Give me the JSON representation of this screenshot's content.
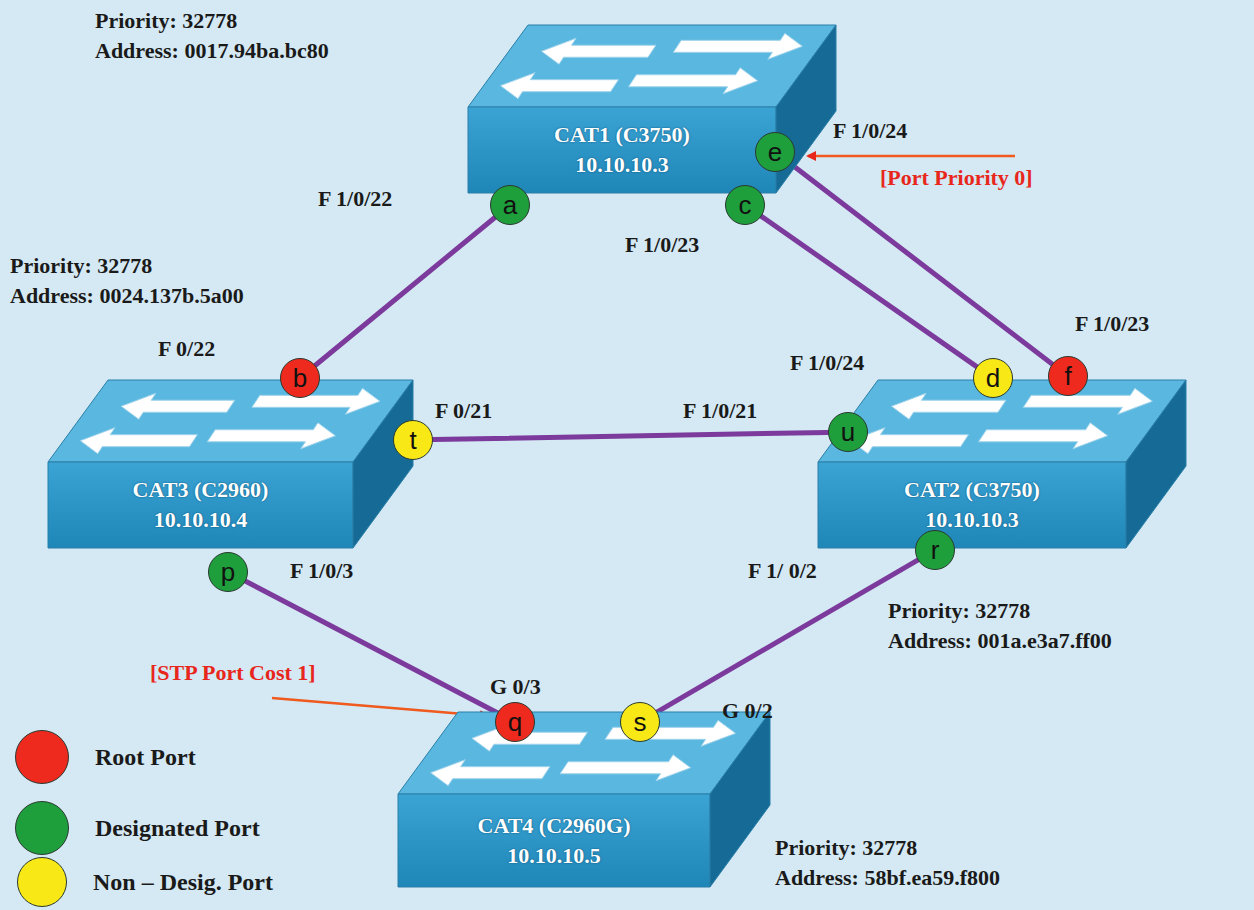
{
  "diagram": {
    "nodes": [
      {
        "text": [
          "CAT1 (C3750)",
          "10.10.10.3"
        ]
      },
      {
        "text": [
          "e"
        ],
        "in": 0
      },
      {
        "text": [
          "a"
        ],
        "in": 0
      },
      {
        "text": [
          "c"
        ],
        "in": 0
      },
      {
        "text": [
          "CAT3 (C2960)",
          "10.10.10.4"
        ]
      },
      {
        "text": [
          "b"
        ],
        "in": 4
      },
      {
        "text": [
          "t"
        ],
        "in": 4
      },
      {
        "text": [
          "p"
        ],
        "in": 4
      },
      {
        "text": [
          "CAT2 (C3750)",
          "10.10.10.3"
        ]
      },
      {
        "text": [
          "d"
        ],
        "in": 8
      },
      {
        "text": [
          "f"
        ],
        "in": 8
      },
      {
        "text": [
          "u"
        ],
        "in": 8
      },
      {
        "text": [
          "r"
        ],
        "in": 8
      },
      {
        "text": [
          "CAT4 (C2960G)",
          "10.10.10.5"
        ]
      },
      {
        "text": [
          "q"
        ],
        "in": 13
      },
      {
        "text": [
          "s"
        ],
        "in": 13
      }
    ],
    "edges": [
      {
        "from": 2,
        "to": 5,
        "arrow": "none"
      },
      {
        "from": 3,
        "to": 9,
        "arrow": "none"
      },
      {
        "from": 1,
        "to": 10,
        "arrow": "none"
      },
      {
        "from": 6,
        "to": 11,
        "arrow": "none"
      },
      {
        "from": 7,
        "to": 14,
        "arrow": "none"
      },
      {
        "from": 12,
        "to": 15,
        "arrow": "none"
      }
    ],
    "labels": [
      "Priority: 32778",
      "Address: 0017.94ba.bc80",
      "F 1/0/24",
      "[Port Priority 0]",
      "F 1/0/22",
      "F 1/0/23",
      "Priority: 32778",
      "Address: 0024.137b.5a00",
      "F 1/0/23",
      "F 0/22",
      "F 1/0/24",
      "F 0/21",
      "F 1/0/21",
      "F 1/0/3",
      "F 1/ 0/2",
      "Priority: 32778",
      "Address: 001a.e3a7.ff00",
      "[STP Port Cost 1]",
      "G 0/3",
      "G 0/2",
      "Priority: 32778",
      "Address: 58bf.ea59.f800"
    ],
    "legend": [
      {
        "text": "Root Port",
        "color": "#ee2a1e"
      },
      {
        "text": "Designated Port",
        "color": "#1f9e3c"
      },
      {
        "text": "Non – Desig. Port",
        "color": "#f7e816"
      }
    ]
  }
}
